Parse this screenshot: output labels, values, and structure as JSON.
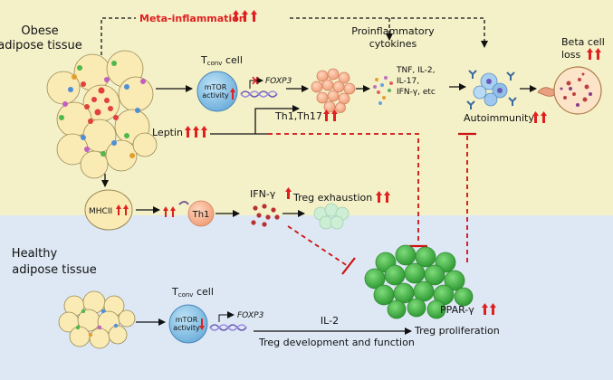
{
  "colors": {
    "top_bg": "#f4f1c9",
    "bottom_bg": "#dde8f4",
    "red_arrow": "#cc1111",
    "treg_green": "#4cb84a",
    "exhausted_green": "#cdeed5",
    "tconv_blue": "#8fc8ec",
    "adipocyte_fill": "#faeab4",
    "adipocyte_stroke": "#9a8a55"
  },
  "labels": {
    "obese_line1": "Obese",
    "obese_line2": "adipose tissue",
    "healthy_line1": "Healthy",
    "healthy_line2": "adipose tissue",
    "meta_inflammation": "Meta-inflammation",
    "tconv_prefix": "T",
    "tconv_sub": "conv",
    "tconv_suffix": " cell",
    "mtor_line1": "mTOR",
    "mtor_line2": "activity",
    "foxp3": "FOXP3",
    "leptin": "Leptin",
    "th1_th17": "Th1,Th17",
    "proinflam_line1": "Proinflammatory",
    "proinflam_line2": "cytokines",
    "cyt_line1": "TNF, IL-2,",
    "cyt_line2": "IL-17,",
    "cyt_line3": "IFN-γ, etc",
    "autoimmunity": "Autoimmunity",
    "beta_line1": "Beta cell",
    "beta_line2": "loss",
    "mhcii": "MHCII",
    "th1": "Th1",
    "ifng": "IFN-γ",
    "treg_exhaustion": "Treg exhaustion",
    "ppar": "PPAR-γ",
    "il2": "IL-2",
    "treg_dev": "Treg development and function",
    "treg_prolif": "Treg proliferation"
  }
}
